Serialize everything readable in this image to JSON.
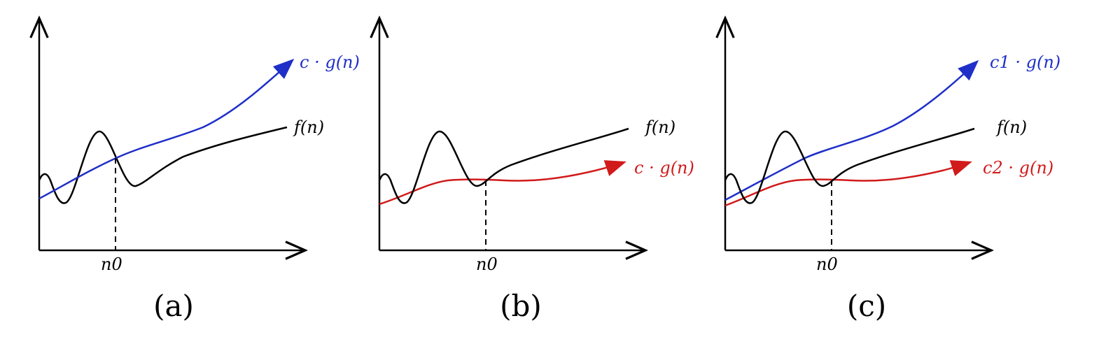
{
  "colors": {
    "axis": "#000000",
    "f_curve": "#000000",
    "blue_curve": "#1f2fc8",
    "red_curve": "#d11a1a"
  },
  "panels": [
    {
      "caption": "(a)",
      "f_label": "f(n)",
      "upper_label": "c · g(n)",
      "lower_label": "",
      "n0_label": "n0"
    },
    {
      "caption": "(b)",
      "f_label": "f(n)",
      "upper_label": "",
      "lower_label": "c · g(n)",
      "n0_label": "n0"
    },
    {
      "caption": "(c)",
      "f_label": "f(n)",
      "upper_label": "c1 · g(n)",
      "lower_label": "c2 · g(n)",
      "n0_label": "n0"
    }
  ]
}
